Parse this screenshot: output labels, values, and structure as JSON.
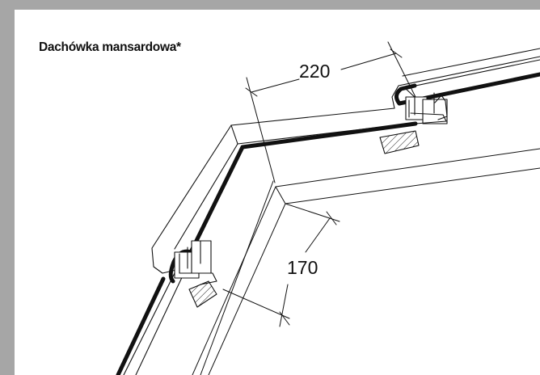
{
  "title": "Dachówka mansardowa*",
  "dimensions": {
    "top": "220",
    "side": "170"
  },
  "colors": {
    "background": "#a6a6a6",
    "sheet": "#ffffff",
    "ink": "#111111"
  }
}
